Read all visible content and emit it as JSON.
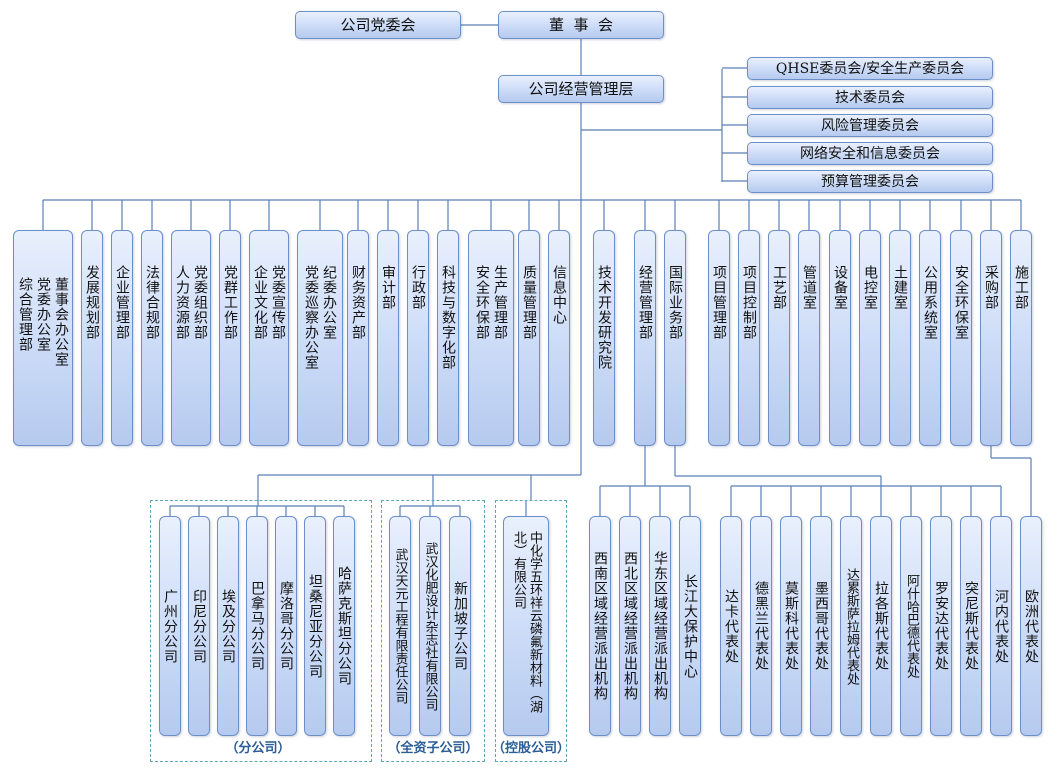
{
  "top": {
    "party_committee": "公司党委会",
    "board": "董  事  会",
    "management": "公司经营管理层"
  },
  "committees": [
    "QHSE委员会/安全生产委员会",
    "技术委员会",
    "风险管理委员会",
    "网络安全和信息委员会",
    "预算管理委员会"
  ],
  "departments": [
    {
      "col1": "综合管理部",
      "col2": "党委办公室",
      "col3": "董事会办公室"
    },
    {
      "col1": "发展规划部"
    },
    {
      "col1": "企业管理部"
    },
    {
      "col1": "法律合规部"
    },
    {
      "col1": "人力资源部",
      "col2": "党委组织部"
    },
    {
      "col1": "党群工作部"
    },
    {
      "col1": "企业文化部",
      "col2": "党委宣传部"
    },
    {
      "col1": "党委巡察办公室",
      "col2": "纪委办公室"
    },
    {
      "col1": "财务资产部"
    },
    {
      "col1": "审计部"
    },
    {
      "col1": "行政部"
    },
    {
      "col1": "科技与数字化部"
    },
    {
      "col1": "安全环保部",
      "col2": "生产管理部"
    },
    {
      "col1": "质量管理部"
    },
    {
      "col1": "信息中心"
    },
    {
      "col1": "技术开发研究院"
    },
    {
      "col1": "经营管理部"
    },
    {
      "col1": "国际业务部"
    },
    {
      "col1": "项目管理部"
    },
    {
      "col1": "项目控制部"
    },
    {
      "col1": "工艺部"
    },
    {
      "col1": "管道室"
    },
    {
      "col1": "设备室"
    },
    {
      "col1": "电控室"
    },
    {
      "col1": "土建室"
    },
    {
      "col1": "公用系统室"
    },
    {
      "col1": "安全环保室"
    },
    {
      "col1": "采购部"
    },
    {
      "col1": "施工部"
    }
  ],
  "branches": [
    "广州分公司",
    "印尼分公司",
    "埃及分公司",
    "巴拿马分公司",
    "摩洛哥分公司",
    "坦桑尼亚分公司",
    "哈萨克斯坦分公司"
  ],
  "wholly_owned": [
    {
      "col1": "武汉天元工程有限责任公司"
    },
    {
      "col1": "武汉化肥设计杂志社有限公司"
    },
    {
      "col1": "新加坡子公司"
    }
  ],
  "holding": {
    "col1": "中化学五环祥云磷氟新材料（湖北）有限公司",
    "split": 10
  },
  "regional": [
    "西南区域经营派出机构",
    "西北区域经营派出机构",
    "华东区域经营派出机构",
    "长江大保护中心"
  ],
  "representative_offices": [
    "达卡代表处",
    "德黑兰代表处",
    "莫斯科代表处",
    "墨西哥代表处",
    "达累斯萨拉姆代表处",
    "拉各斯代表处",
    "阿什哈巴德代表处",
    "罗安达代表处",
    "突尼斯代表处",
    "河内代表处",
    "欧洲代表处"
  ],
  "group_labels": {
    "branches": "（分公司）",
    "wholly_owned": "（全资子公司）",
    "holding": "（控股公司）"
  }
}
